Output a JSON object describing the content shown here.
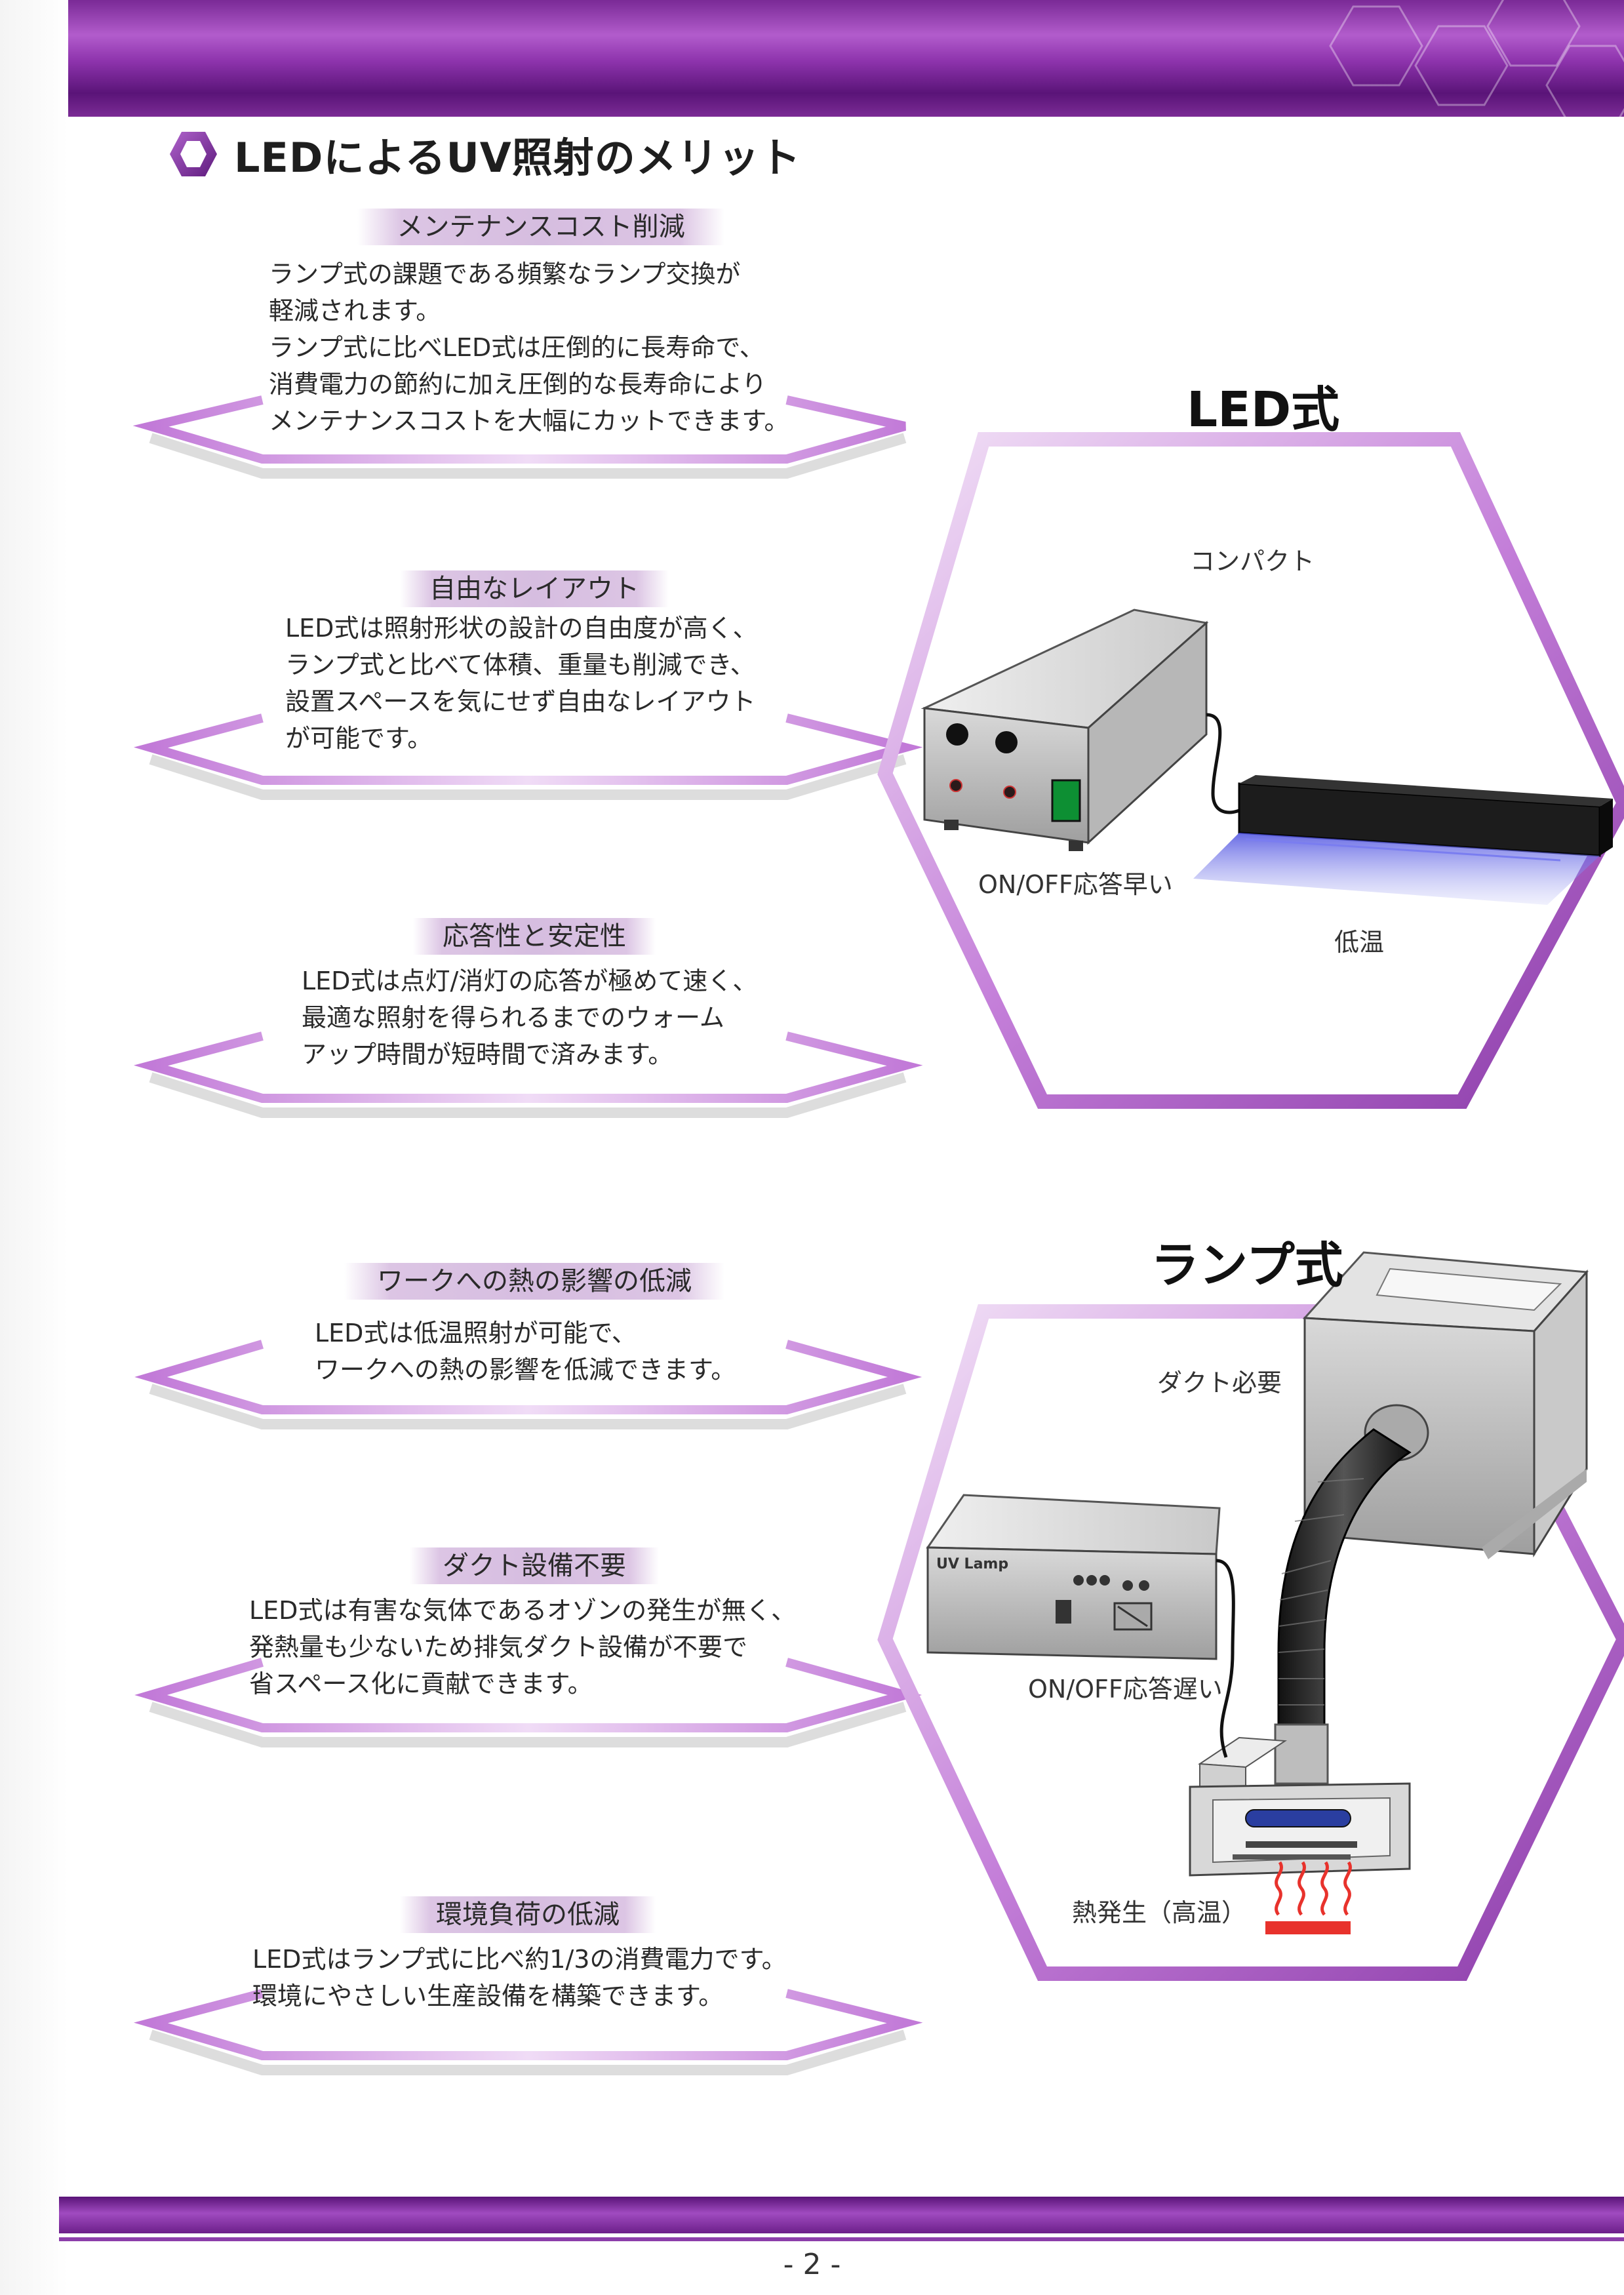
{
  "page": {
    "title": "LEDによるUV照射のメリット",
    "page_number": "- 2 -",
    "accent_color": "#8e34ad"
  },
  "merits": [
    {
      "label": "メンテナンスコスト削減",
      "lines": [
        "ランプ式の課題である頻繁なランプ交換が",
        "軽減されます。",
        "ランプ式に比べLED式は圧倒的に長寿命で、",
        "消費電力の節約に加え圧倒的な長寿命により",
        "メンテナンスコストを大幅にカットできます。"
      ]
    },
    {
      "label": "自由なレイアウト",
      "lines": [
        "LED式は照射形状の設計の自由度が高く、",
        "ランプ式と比べて体積、重量も削減でき、",
        "設置スペースを気にせず自由なレイアウト",
        "が可能です。"
      ]
    },
    {
      "label": "応答性と安定性",
      "lines": [
        "LED式は点灯/消灯の応答が極めて速く、",
        "最適な照射を得られるまでのウォーム",
        "アップ時間が短時間で済みます。"
      ]
    },
    {
      "label": "ワークへの熱の影響の低減",
      "lines": [
        "LED式は低温照射が可能で、",
        "ワークへの熱の影響を低減できます。"
      ]
    },
    {
      "label": "ダクト設備不要",
      "lines": [
        "LED式は有害な気体であるオゾンの発生が無く、",
        "発熱量も少ないため排気ダクト設備が不要で",
        "省スペース化に貢献できます。"
      ]
    },
    {
      "label": "環境負荷の低減",
      "lines": [
        "LED式はランプ式に比べ約1/3の消費電力です。",
        "環境にやさしい生産設備を構築できます。"
      ]
    }
  ],
  "led_panel": {
    "heading": "LED式",
    "callout_compact": "コンパクト",
    "callout_response": "ON/OFF応答早い",
    "callout_temp": "低温"
  },
  "lamp_panel": {
    "heading": "ランプ式",
    "callout_duct": "ダクト必要",
    "callout_response": "ON/OFF応答遅い",
    "callout_heat": "熱発生（高温）",
    "device_label": "UV Lamp"
  }
}
